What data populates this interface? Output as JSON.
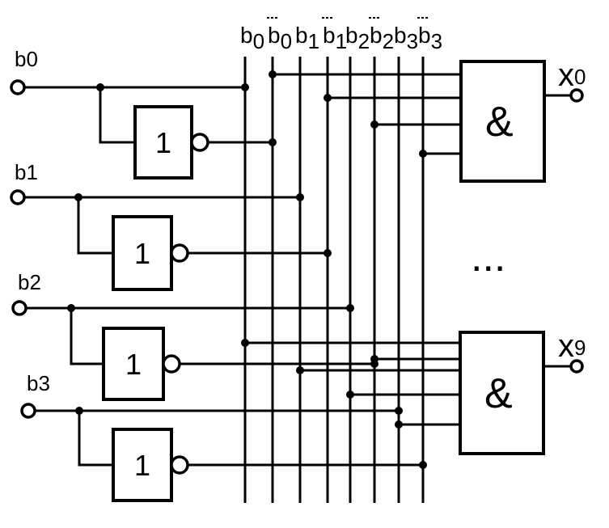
{
  "inputs": [
    {
      "id": "b0",
      "label": "b0"
    },
    {
      "id": "b1",
      "label": "b1"
    },
    {
      "id": "b2",
      "label": "b2"
    },
    {
      "id": "b3",
      "label": "b3"
    }
  ],
  "inverter_label": "1",
  "bus_labels": [
    {
      "base": "b",
      "sub": "0",
      "bar": false
    },
    {
      "base": "b",
      "sub": "0",
      "bar": true
    },
    {
      "base": "b",
      "sub": "1",
      "bar": false
    },
    {
      "base": "b",
      "sub": "1",
      "bar": true
    },
    {
      "base": "b",
      "sub": "2",
      "bar": false
    },
    {
      "base": "b",
      "sub": "2",
      "bar": true
    },
    {
      "base": "b",
      "sub": "3",
      "bar": false
    },
    {
      "base": "b",
      "sub": "3",
      "bar": true
    }
  ],
  "and_gates": [
    {
      "id": "x0",
      "symbol": "&",
      "output": {
        "base": "x",
        "sub": "0"
      }
    },
    {
      "id": "x9",
      "symbol": "&",
      "output": {
        "base": "x",
        "sub": "9"
      }
    }
  ],
  "ellipsis": "..."
}
